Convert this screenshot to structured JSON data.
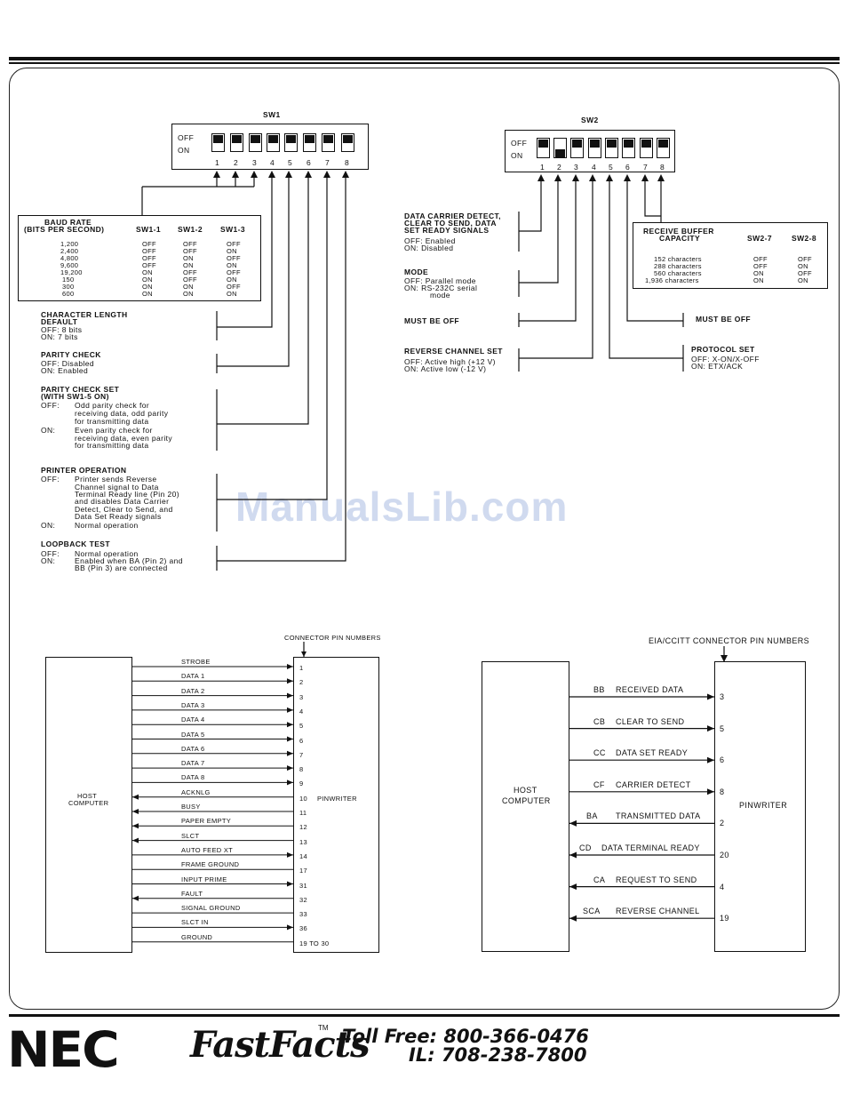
{
  "sw1": {
    "title": "SW1",
    "off": "OFF",
    "on": "ON",
    "nums": [
      "1",
      "2",
      "3",
      "4",
      "5",
      "6",
      "7",
      "8"
    ]
  },
  "sw2": {
    "title": "SW2",
    "off": "OFF",
    "on": "ON",
    "nums": [
      "1",
      "2",
      "3",
      "4",
      "5",
      "6",
      "7",
      "8"
    ]
  },
  "baud": {
    "title1": "BAUD RATE",
    "title2": "(BITS PER SECOND)",
    "col1": "SW1-1",
    "col2": "SW1-2",
    "col3": "SW1-3",
    "rows": [
      [
        "1,200",
        "OFF",
        "OFF",
        "OFF"
      ],
      [
        "2,400",
        "OFF",
        "OFF",
        "ON"
      ],
      [
        "4,800",
        "OFF",
        "ON",
        "OFF"
      ],
      [
        "9,600",
        "OFF",
        "ON",
        "ON"
      ],
      [
        "19,200",
        "ON",
        "OFF",
        "OFF"
      ],
      [
        "150",
        "ON",
        "OFF",
        "ON"
      ],
      [
        "300",
        "ON",
        "ON",
        "OFF"
      ],
      [
        "600",
        "ON",
        "ON",
        "ON"
      ]
    ],
    "default": "DEFAULT"
  },
  "sw1_desc": {
    "char_title": "CHARACTER LENGTH",
    "char_off": "OFF:  8 bits",
    "char_on": "ON:    7 bits",
    "parity_title": "PARITY CHECK",
    "parity_off": "OFF:  Disabled",
    "parity_on": "ON:    Enabled",
    "pset_title1": "PARITY CHECK SET",
    "pset_title2": "(WITH SW1-5 ON)",
    "pset_off_label": "OFF:",
    "pset_off_1": "Odd parity check for",
    "pset_off_2": "receiving data, odd parity",
    "pset_off_3": "for transmitting data",
    "pset_on_label": "ON:",
    "pset_on_1": "Even parity check for",
    "pset_on_2": "receiving data, even parity",
    "pset_on_3": "for transmitting data",
    "printer_title": "PRINTER OPERATION",
    "printer_off_label": "OFF:",
    "printer_off_1": "Printer sends Reverse",
    "printer_off_2": "Channel signal to Data",
    "printer_off_3": "Terminal Ready line (Pin 20)",
    "printer_off_4": "and disables Data Carrier",
    "printer_off_5": "Detect, Clear to Send, and",
    "printer_off_6": "Data Set Ready signals",
    "printer_on_label": "ON:",
    "printer_on_1": "Normal operation",
    "loop_title": "LOOPBACK TEST",
    "loop_off_label": "OFF:",
    "loop_off_1": "Normal operation",
    "loop_on_label": "ON:",
    "loop_on_1": "Enabled when BA (Pin 2) and",
    "loop_on_2": "BB (Pin 3) are connected"
  },
  "sw2_desc": {
    "dcd_1": "DATA CARRIER DETECT,",
    "dcd_2": "CLEAR TO SEND, DATA",
    "dcd_3": "SET READY SIGNALS",
    "dcd_off": "OFF:  Enabled",
    "dcd_on": "ON:    Disabled",
    "mode_title": "MODE",
    "mode_off": "OFF: Parallel mode",
    "mode_on_1": "ON:   RS-232C serial",
    "mode_on_2": "mode",
    "must_off_left": "MUST BE OFF",
    "rev_title": "REVERSE CHANNEL SET",
    "rev_off": "OFF: Active high (+12 V)",
    "rev_on": "ON:   Active low (-12 V)",
    "must_off_right": "MUST BE OFF",
    "proto_title": "PROTOCOL SET",
    "proto_off": "OFF:  X-ON/X-OFF",
    "proto_on": "ON:    ETX/ACK",
    "rb_title1": "RECEIVE BUFFER",
    "rb_title2": "CAPACITY",
    "rb_col1": "SW2-7",
    "rb_col2": "SW2-8",
    "rb_rows": [
      [
        "152 characters",
        "OFF",
        "OFF"
      ],
      [
        "288 characters",
        "OFF",
        "ON"
      ],
      [
        "560 characters",
        "ON",
        "OFF"
      ],
      [
        "1,936 characters",
        "ON",
        "ON"
      ]
    ]
  },
  "parallel": {
    "header": "CONNECTOR PIN NUMBERS",
    "host_1": "HOST",
    "host_2": "COMPUTER",
    "pin": "PINWRITER",
    "signals": [
      {
        "name": "STROBE",
        "pin": "1",
        "dir": "right"
      },
      {
        "name": "DATA 1",
        "pin": "2",
        "dir": "right"
      },
      {
        "name": "DATA 2",
        "pin": "3",
        "dir": "right"
      },
      {
        "name": "DATA 3",
        "pin": "4",
        "dir": "right"
      },
      {
        "name": "DATA 4",
        "pin": "5",
        "dir": "right"
      },
      {
        "name": "DATA 5",
        "pin": "6",
        "dir": "right"
      },
      {
        "name": "DATA 6",
        "pin": "7",
        "dir": "right"
      },
      {
        "name": "DATA 7",
        "pin": "8",
        "dir": "right"
      },
      {
        "name": "DATA 8",
        "pin": "9",
        "dir": "right"
      },
      {
        "name": "ACKNLG",
        "pin": "10",
        "dir": "left"
      },
      {
        "name": "BUSY",
        "pin": "11",
        "dir": "left"
      },
      {
        "name": "PAPER EMPTY",
        "pin": "12",
        "dir": "left"
      },
      {
        "name": "SLCT",
        "pin": "13",
        "dir": "left"
      },
      {
        "name": "AUTO FEED XT",
        "pin": "14",
        "dir": "right"
      },
      {
        "name": "FRAME GROUND",
        "pin": "17",
        "dir": "none"
      },
      {
        "name": "INPUT PRIME",
        "pin": "31",
        "dir": "right"
      },
      {
        "name": "FAULT",
        "pin": "32",
        "dir": "left"
      },
      {
        "name": "SIGNAL GROUND",
        "pin": "33",
        "dir": "none"
      },
      {
        "name": "SLCT IN",
        "pin": "36",
        "dir": "right"
      },
      {
        "name": "GROUND",
        "pin": "19 TO 30",
        "dir": "none"
      }
    ]
  },
  "serial": {
    "header": "EIA/CCITT CONNECTOR PIN NUMBERS",
    "host_1": "HOST",
    "host_2": "COMPUTER",
    "pin": "PINWRITER",
    "signals": [
      {
        "code": "BB",
        "name": "RECEIVED DATA",
        "pin": "3",
        "dir": "right"
      },
      {
        "code": "CB",
        "name": "CLEAR TO SEND",
        "pin": "5",
        "dir": "right"
      },
      {
        "code": "CC",
        "name": "DATA SET READY",
        "pin": "6",
        "dir": "right"
      },
      {
        "code": "CF",
        "name": "CARRIER DETECT",
        "pin": "8",
        "dir": "right"
      },
      {
        "code": "BA",
        "name": "TRANSMITTED DATA",
        "pin": "2",
        "dir": "left"
      },
      {
        "code": "CD",
        "name": "DATA TERMINAL READY",
        "pin": "20",
        "dir": "left"
      },
      {
        "code": "CA",
        "name": "REQUEST TO SEND",
        "pin": "4",
        "dir": "left"
      },
      {
        "code": "SCA",
        "name": "REVERSE CHANNEL",
        "pin": "19",
        "dir": "left"
      }
    ]
  },
  "footer": {
    "nec": "NEC",
    "fastfacts": "FastFacts",
    "tm": "TM",
    "tollfree": "Toll Free: 800-366-0476",
    "il": "IL: 708-238-7800"
  },
  "watermark": "ManualsLib.com"
}
